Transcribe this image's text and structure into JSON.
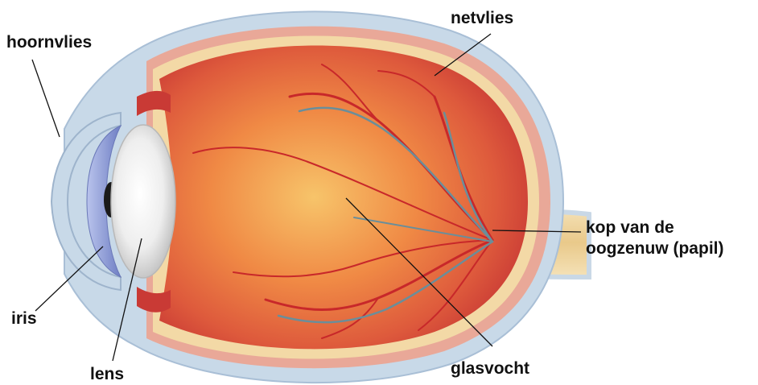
{
  "labels": {
    "cornea": "hoornvlies",
    "retina": "netvlies",
    "optic_disc_line1": "kop van de",
    "optic_disc_line2": "oogzenuw (papil)",
    "iris": "iris",
    "lens": "lens",
    "vitreous": "glasvocht"
  },
  "colors": {
    "sclera_outer": "#c8d9e8",
    "sclera_rim": "#e8a69a",
    "choroid_band": "#f3d9a6",
    "retina_red": "#d3443a",
    "vitreous_center": "#f6b45a",
    "vessel_red": "#c8282a",
    "vessel_blue": "#6a8e9a",
    "lens_white": "#f2f2f2",
    "iris_blue": "#8e9fd6",
    "pupil": "#1a1a1a",
    "optic_nerve": "#f2d7a0",
    "leader_line": "#111111"
  }
}
